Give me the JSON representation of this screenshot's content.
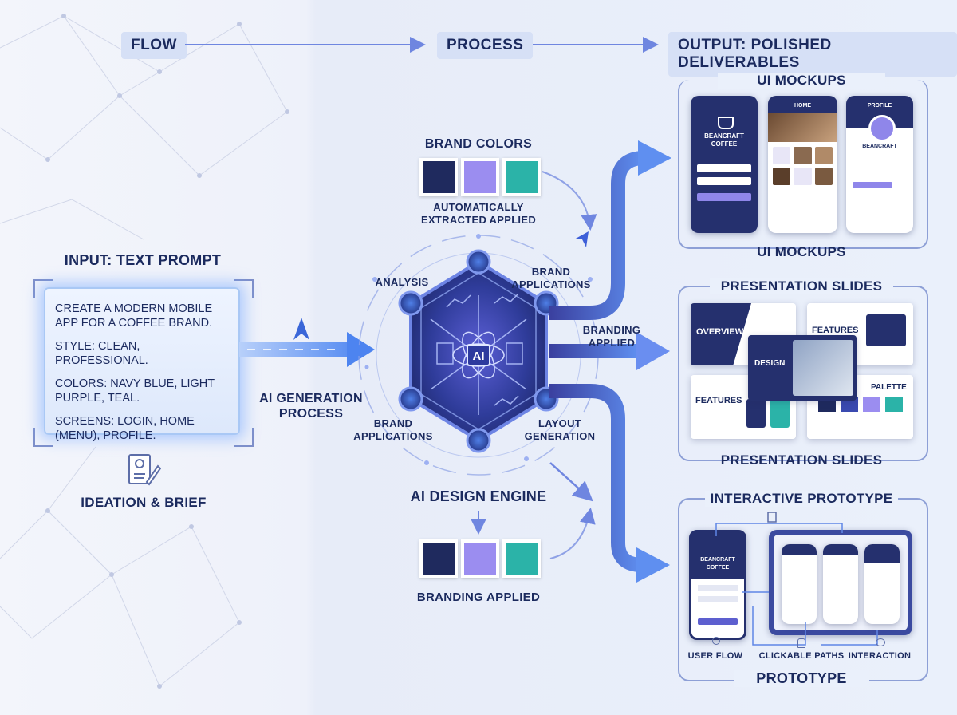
{
  "header": {
    "flow": "FLOW",
    "process": "PROCESS",
    "output": "OUTPUT: POLISHED DELIVERABLES"
  },
  "input": {
    "title": "INPUT: TEXT PROMPT",
    "lines": [
      "CREATE A MODERN MOBILE APP FOR A COFFEE BRAND.",
      "STYLE: CLEAN, PROFESSIONAL.",
      "COLORS: NAVY BLUE, LIGHT PURPLE, TEAL.",
      "SCREENS: LOGIN, HOME (MENU), PROFILE."
    ],
    "caption": "IDEATION & BRIEF",
    "icon": "document-pencil-icon"
  },
  "process": {
    "arrow_label": "AI GENERATION PROCESS",
    "brand_colors_title": "BRAND COLORS",
    "brand_colors_caption": "AUTOMATICALLY EXTRACTED APPLIED",
    "engine_title": "AI DESIGN ENGINE",
    "engine_core": "AI",
    "nodes": {
      "analysis": "ANALYSIS",
      "brand_top": "BRAND APPLICATIONS",
      "brand_bottom": "BRAND APPLICATIONS",
      "layout": "LAYOUT GENERATION"
    },
    "branding_applied_arrow": "BRANDING APPLIED",
    "branding_applied_caption": "BRANDING APPLIED",
    "colors": [
      "#1f2a5e",
      "#9b8df0",
      "#2bb3a8"
    ]
  },
  "output": {
    "mockups": {
      "title": "UI MOCKUPS",
      "caption": "UI MOCKUPS",
      "brand": "BEANCRAFT COFFEE",
      "home_header": "HOME",
      "profile_header": "PROFILE",
      "profile_name": "BEANCRAFT"
    },
    "slides": {
      "title": "PRESENTATION SLIDES",
      "caption": "PRESENTATION SLIDES",
      "overview": "OVERVIEW",
      "features_top": "FEATURES",
      "features_bottom": "FEATURES",
      "design": "DESIGN",
      "palette": "PALETTE"
    },
    "prototype": {
      "title": "INTERACTIVE PROTOTYPE",
      "caption": "PROTOTYPE",
      "brand": "BEANCRAFT COFFEE",
      "labels": [
        "USER FLOW",
        "CLICKABLE PATHS",
        "INTERACTION"
      ]
    }
  }
}
